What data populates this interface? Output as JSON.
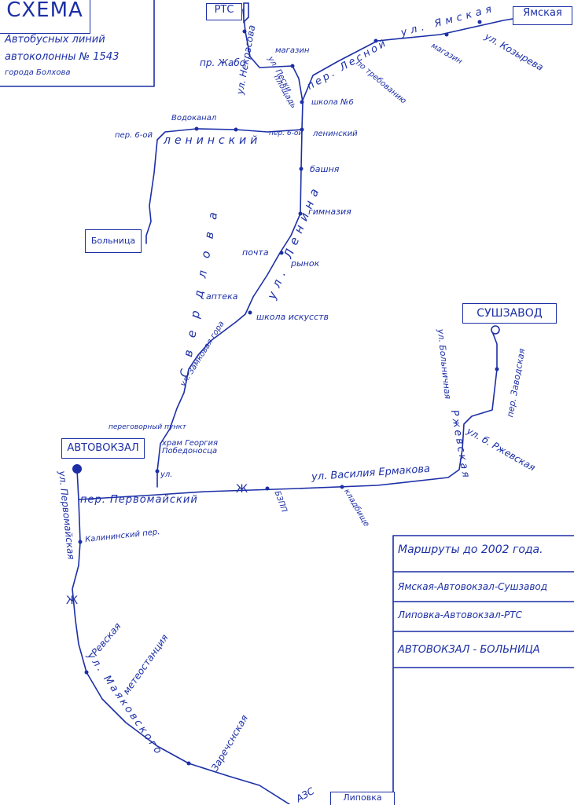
{
  "title": {
    "heading": "СХЕМА",
    "line1": "Автобусных линий",
    "line2": "автоколонны № 1543",
    "line3": "города Болхова"
  },
  "terminals": {
    "rts": "РТС",
    "yamskaya": "Ямская",
    "hospital": "Больница",
    "avtovokzal": "АВТОВОКЗАЛ",
    "sushzavod": "СУШЗАВОД"
  },
  "streets": {
    "nekrasova": "ул. Некрасова",
    "lesnoy": "пер. Лесной",
    "yamskaya_st": "ул. Ямская",
    "kozyreva": "ул. Козырева",
    "leninsky": "ленинский",
    "lenina": "ул. Ленина",
    "sverdlova": "Свердлова",
    "pervomayskaya": "ул. Первомайская",
    "pervomaysky": "пер. Первомайский",
    "vasiliya_ermakova": "ул. Василия Ермакова",
    "rzhevskaya": "Ржевская",
    "b_rzhevskaya": "ул. б. Ржевская",
    "zavodskaya": "пер. Заводская",
    "bolnichnaya": "ул. Больничная",
    "mayakovskogo": "ул. Маяковского",
    "zarechenskaya": "Заречснская",
    "revskaya": "Ревская",
    "kalinin": "Калининский пер.",
    "zamkovaya": "ул. Замковая гора",
    "zhaba": "пр. Жабо",
    "per6": "пер. 6-ой",
    "per6b": "пер. 6-ой",
    "ul": "ул."
  },
  "stops": {
    "magazin1": "магазин",
    "magazin2": "магазин",
    "peski": "ул. Пески",
    "ploshchad": "площадь",
    "po_treb": "по требованию",
    "shkola6": "школа №6",
    "vodokanal": "Водоканал",
    "leninsky_stop": "ленинский",
    "bashnya": "башня",
    "gimnaziya": "гимназия",
    "pochta": "почта",
    "rynok": "рынок",
    "apteka": "аптека",
    "shkola_isk": "школа искусств",
    "peregovorny": "переговорный пункт",
    "hram": "храм Георгия Победоносца",
    "bzpp": "БЗПП",
    "kladbishche": "кладбище",
    "meteostanciya": "метеостанция",
    "azs": "АЗС",
    "rail1": "Ж",
    "rail2": "Ж"
  },
  "legend": {
    "header": "Маршруты до 2002 года.",
    "routes": [
      "Ямская-Автовокзал-Сушзавод",
      "Липовка-Автовокзал-РТС",
      "АВТОВОКЗАЛ - БОЛЬНИЦА"
    ]
  },
  "bottom_partial": "Липовка",
  "colors": {
    "ink": "#1c2fa6"
  }
}
